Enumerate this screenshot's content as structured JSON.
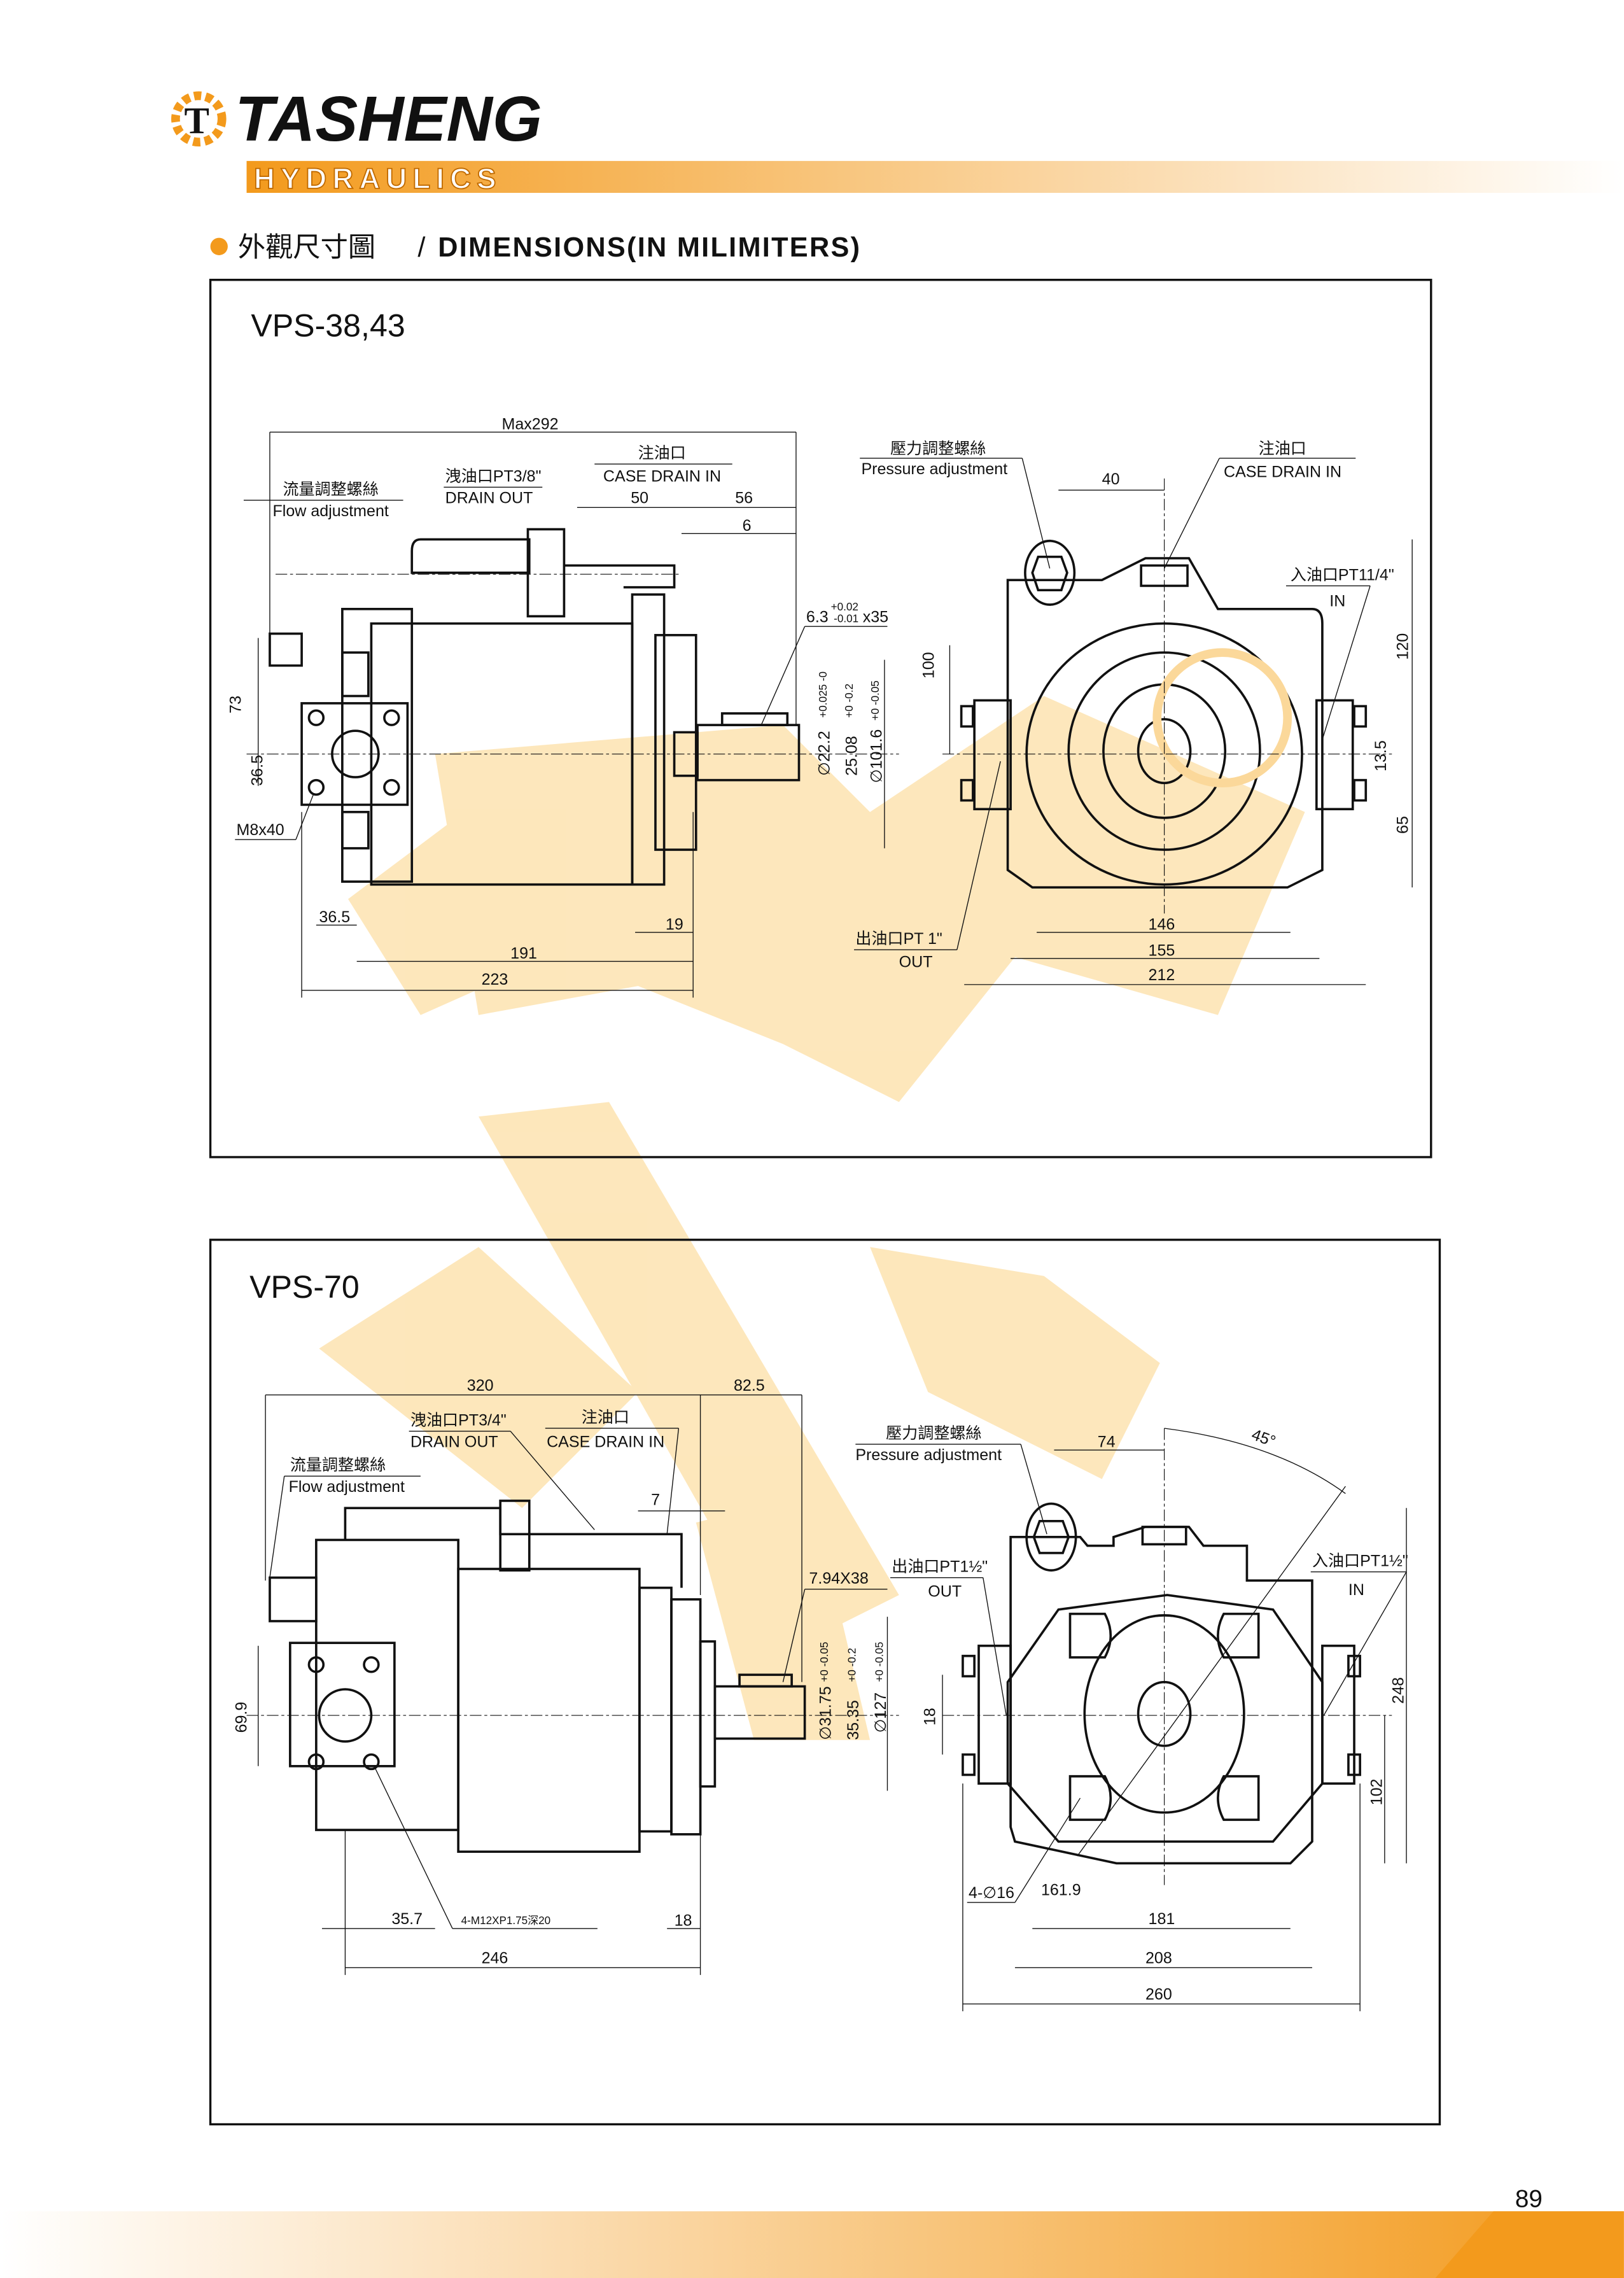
{
  "brand": {
    "name": "TASHENG",
    "sub": "HYDRAULICS",
    "logo_letter": "T",
    "accent": "#f39a1c"
  },
  "section_title": {
    "cn": "外觀尺寸圖",
    "sep": "/",
    "en": "DIMENSIONS(IN MILIMITERS)"
  },
  "page_number": "89",
  "panel1": {
    "title": "VPS-38,43",
    "side": {
      "max": "Max292",
      "drain_cn": "洩油口PT3/8\"",
      "drain_en": "DRAIN OUT",
      "case_cn": "注油口",
      "case_en": "CASE DRAIN IN",
      "flow_cn": "流量調整螺絲",
      "flow_en": "Flow adjustment",
      "d50": "50",
      "d56": "56",
      "d6": "6",
      "key": "6.3",
      "key_tol_up": "+0.02",
      "key_tol_dn": "-0.01",
      "key_len": "x35",
      "d73": "73",
      "d36_5a": "36.5",
      "bolt": "M8x40",
      "d36_5b": "36.5",
      "d191": "191",
      "d223": "223",
      "d19": "19",
      "shaft": "∅22.2",
      "shaft_tol": "+0.025 -0",
      "key_h": "25.08",
      "key_h_tol": "+0 -0.2",
      "pilot": "∅101.6",
      "pilot_tol": "+0 -0.05"
    },
    "front": {
      "press_cn": "壓力調整螺絲",
      "press_en": "Pressure adjustment",
      "case_cn": "注油口",
      "case_en": "CASE DRAIN IN",
      "d40": "40",
      "in_cn": "入油口PT11/4\"",
      "in_en": "IN",
      "d100": "100",
      "d120": "120",
      "d13_5": "13.5",
      "d65": "65",
      "out_cn": "出油口PT 1\"",
      "out_en": "OUT",
      "d146": "146",
      "d155": "155",
      "d212": "212"
    }
  },
  "panel2": {
    "title": "VPS-70",
    "side": {
      "d320": "320",
      "d82_5": "82.5",
      "drain_cn": "洩油口PT3/4\"",
      "drain_en": "DRAIN OUT",
      "case_cn": "注油口",
      "case_en": "CASE DRAIN IN",
      "flow_cn": "流量調整螺絲",
      "flow_en": "Flow adjustment",
      "d7": "7",
      "key": "7.94X38",
      "d69_9": "69.9",
      "d35_7": "35.7",
      "thread": "4-M12XP1.75深20",
      "d18": "18",
      "d246": "246",
      "shaft": "∅31.75",
      "shaft_tol": "+0 -0.05",
      "key_h": "35.35",
      "key_h_tol": "+0 -0.2",
      "pilot": "∅127",
      "pilot_tol": "+0 -0.05"
    },
    "front": {
      "press_cn": "壓力調整螺絲",
      "press_en": "Pressure adjustment",
      "d74": "74",
      "angle": "45°",
      "out_cn": "出油口PT1½\"",
      "out_en": "OUT",
      "in_cn": "入油口PT1½\"",
      "in_en": "IN",
      "d18": "18",
      "d248": "248",
      "d102": "102",
      "holes": "4-∅16",
      "d161_9": "161.9",
      "d181": "181",
      "d208": "208",
      "d260": "260"
    }
  }
}
